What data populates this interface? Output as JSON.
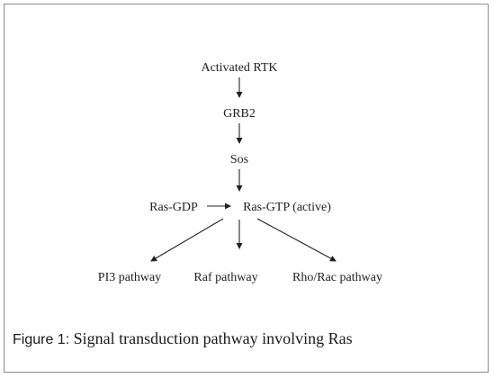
{
  "diagram": {
    "nodes": {
      "activated_rtk": "Activated RTK",
      "grb2": "GRB2",
      "sos": "Sos",
      "ras_gdp": "Ras-GDP",
      "ras_gtp": "Ras-GTP (active)",
      "pi3": "PI3 pathway",
      "raf": "Raf pathway",
      "rho_rac": "Rho/Rac pathway"
    },
    "edges": [
      {
        "from": "Activated RTK",
        "to": "GRB2"
      },
      {
        "from": "GRB2",
        "to": "Sos"
      },
      {
        "from": "Sos",
        "to": "Ras-GTP (active)"
      },
      {
        "from": "Ras-GDP",
        "to": "Ras-GTP (active)"
      },
      {
        "from": "Ras-GTP (active)",
        "to": "PI3 pathway"
      },
      {
        "from": "Ras-GTP (active)",
        "to": "Raf pathway"
      },
      {
        "from": "Ras-GTP (active)",
        "to": "Rho/Rac pathway"
      }
    ]
  },
  "caption": {
    "label": "Figure 1:",
    "text": "Signal transduction pathway involving Ras"
  }
}
